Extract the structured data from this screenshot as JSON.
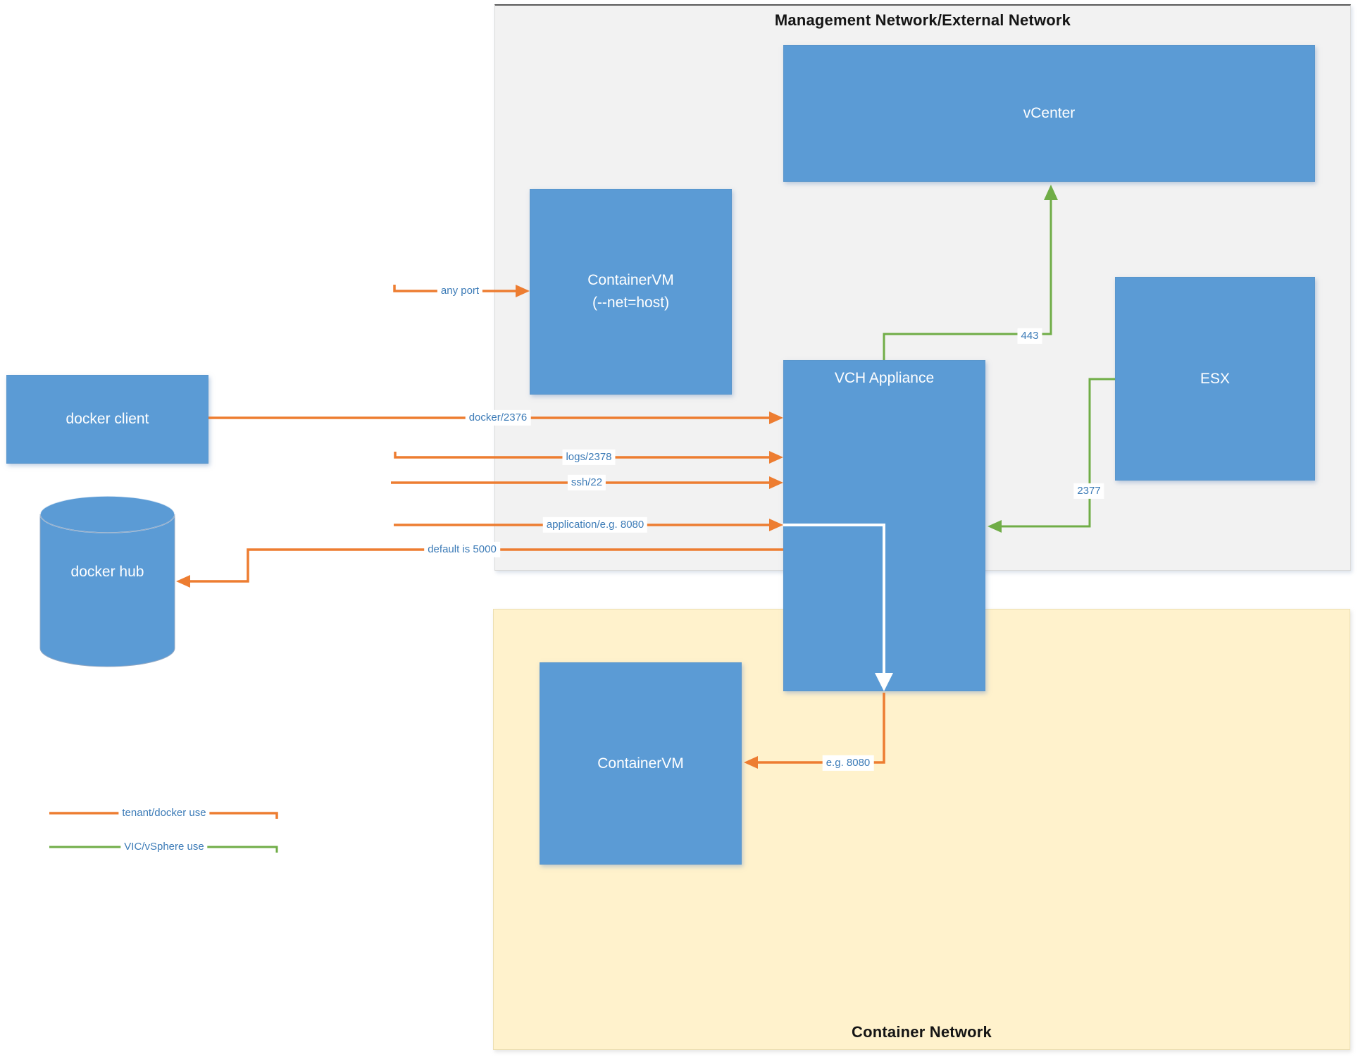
{
  "colors": {
    "node_fill": "#5B9BD5",
    "node_text": "#FFFFFF",
    "management_region_fill": "#F2F2F2",
    "container_region_fill": "#FFF2CC",
    "tenant_docker_orange": "#ED7D31",
    "vic_vsphere_green": "#70AD47",
    "edge_label_blue": "#3C7BB7",
    "region_title_black": "#151515"
  },
  "regions": {
    "management": {
      "title": "Management Network/External Network"
    },
    "container": {
      "title": "Container Network"
    }
  },
  "nodes": {
    "vcenter": {
      "label": "vCenter"
    },
    "container_vm_host": {
      "label_line1": "ContainerVM",
      "label_line2": "(--net=host)"
    },
    "vch": {
      "label": "VCH Appliance"
    },
    "esx": {
      "label": "ESX"
    },
    "container_vm": {
      "label": "ContainerVM"
    },
    "docker_client": {
      "label": "docker client"
    },
    "docker_hub": {
      "label": "docker hub"
    }
  },
  "edges": {
    "any_port": {
      "label": "any port"
    },
    "docker_api": {
      "label": "docker/2376"
    },
    "logs": {
      "label": "logs/2378"
    },
    "ssh": {
      "label": "ssh/22"
    },
    "application": {
      "label": "application/e.g. 8080"
    },
    "registry": {
      "label": "default is 5000"
    },
    "vcenter_443": {
      "label": "443"
    },
    "esx_2377": {
      "label": "2377"
    },
    "container_8080": {
      "label": "e.g. 8080"
    }
  },
  "legend": {
    "tenant": {
      "label": "tenant/docker use"
    },
    "vic": {
      "label": "VIC/vSphere use"
    }
  }
}
